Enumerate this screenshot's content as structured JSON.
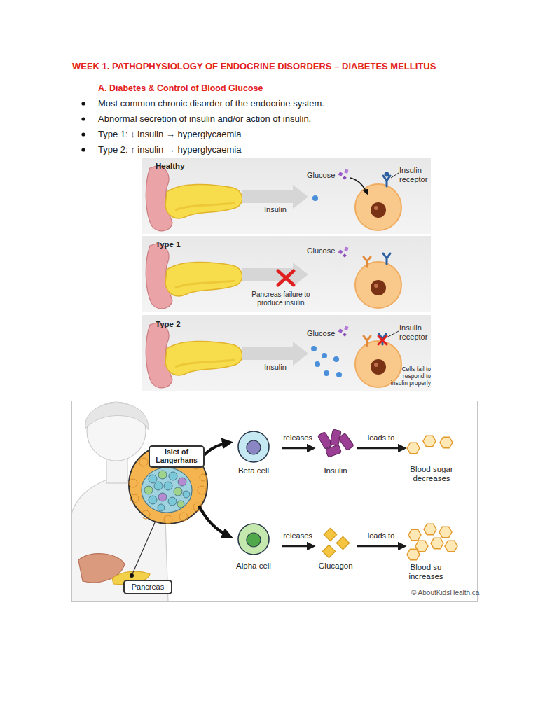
{
  "diagram": {
    "title": "WEEK 1. PATHOPHYSIOLOGY OF ENDOCRINE DISORDERS – DIABETES MELLITUS",
    "nodes": [
      {
        "text": [
          "Healthy",
          "Glucose",
          "Insulin receptor",
          "Insulin"
        ]
      },
      {
        "text": [
          "Type 1",
          "Glucose",
          "Pancreas failure to produce insulin"
        ]
      },
      {
        "text": [
          "Type 2",
          "Glucose",
          "Insulin receptor",
          "Insulin",
          "Cells fail to respond to insulin properly"
        ]
      },
      {
        "text": [
          "Islet of Langerhans"
        ]
      },
      {
        "text": [
          "Beta cell"
        ]
      },
      {
        "text": [
          "Insulin"
        ]
      },
      {
        "text": [
          "Blood sugar decreases"
        ]
      },
      {
        "text": [
          "Alpha cell"
        ]
      },
      {
        "text": [
          "Glucagon"
        ]
      },
      {
        "text": [
          "Blood su increases"
        ]
      },
      {
        "text": [
          "Pancreas"
        ]
      }
    ],
    "edges": [
      {
        "from": 4,
        "to": 5,
        "label": "releases",
        "arrow": "to"
      },
      {
        "from": 5,
        "to": 6,
        "label": "leads to",
        "arrow": "to"
      },
      {
        "from": 7,
        "to": 8,
        "label": "releases",
        "arrow": "to"
      },
      {
        "from": 8,
        "to": 9,
        "label": "leads to",
        "arrow": "to"
      }
    ],
    "labels": [
      "A. Diabetes & Control of Blood Glucose",
      "Most common chronic disorder of the endocrine system.",
      "Abnormal secretion of insulin and/or action of insulin.",
      "Type 1: ↓ insulin → hyperglycaemia",
      "Type 2: ↑ insulin → hyperglycaemia",
      "© AboutKidsHealth.ca"
    ]
  }
}
